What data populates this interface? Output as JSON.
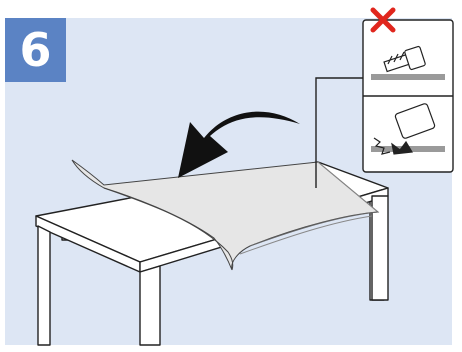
{
  "step": {
    "number": "6"
  },
  "colors": {
    "panel_background": "#dde6f4",
    "badge_background": "#5b83c4",
    "badge_text": "#ffffff",
    "line": "#222222",
    "cross": "#e0261d",
    "protective_film": "#e6e6e6",
    "arrow": "#111111"
  },
  "illustration": {
    "subject": "table-with-protective-film",
    "action_icon": "curved-arrow-icon",
    "warnings": [
      {
        "icon": "screw-on-surface-icon",
        "status": "not-allowed"
      },
      {
        "icon": "tilted-object-scratch-icon",
        "status": "not-allowed"
      }
    ],
    "warning_mark_icon": "red-cross-icon"
  }
}
